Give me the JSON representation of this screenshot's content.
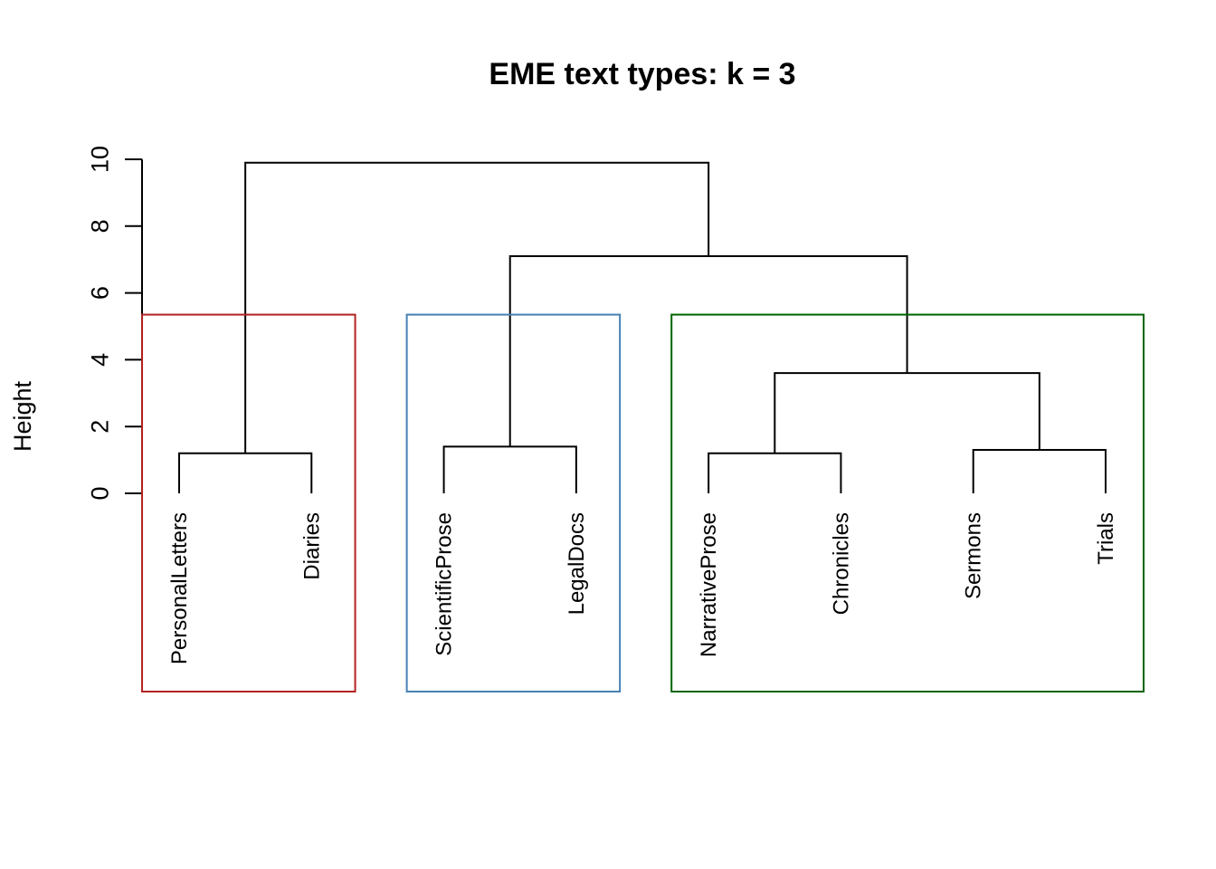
{
  "chart_data": {
    "type": "dendrogram",
    "title": "EME text types: k = 3",
    "xlabel": "",
    "ylabel": "Height",
    "ylim": [
      0,
      10
    ],
    "yticks": [
      0,
      2,
      4,
      6,
      8,
      10
    ],
    "leaves": [
      "PersonalLetters",
      "Diaries",
      "ScientificProse",
      "LegalDocs",
      "NarrativeProse",
      "Chronicles",
      "Sermons",
      "Trials"
    ],
    "merges": [
      {
        "a": 0,
        "b": 1,
        "height": 1.2
      },
      {
        "a": 2,
        "b": 3,
        "height": 1.4
      },
      {
        "a": 4,
        "b": 5,
        "height": 1.2
      },
      {
        "a": 6,
        "b": 7,
        "height": 1.3
      },
      {
        "a": "m3",
        "b": "m4",
        "height": 3.6
      },
      {
        "a": "m2",
        "b": "m5",
        "height": 7.1
      },
      {
        "a": "m1",
        "b": "m6",
        "height": 9.9
      }
    ],
    "k": 3,
    "clusters": [
      {
        "leaves": [
          0,
          1
        ],
        "color": "#B22222"
      },
      {
        "leaves": [
          2,
          3
        ],
        "color": "#4682B4"
      },
      {
        "leaves": [
          4,
          5,
          6,
          7
        ],
        "color": "#006400"
      }
    ],
    "cut_height": 5.35
  }
}
